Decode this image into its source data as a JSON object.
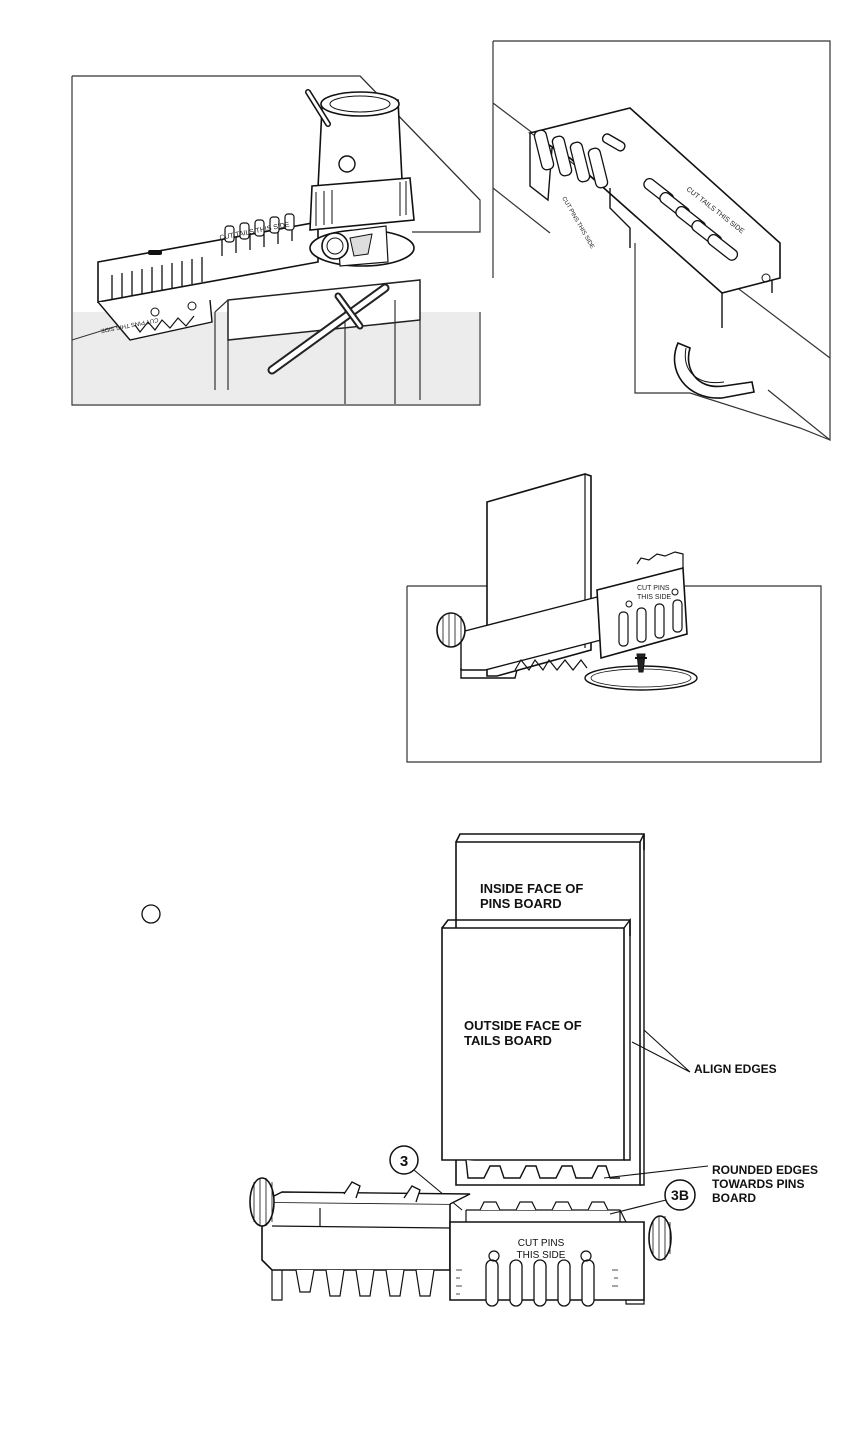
{
  "figure1": {
    "jig_label_tails": "CUT TAILS THIS SIDE",
    "jig_label_pins": "CUT PINS THIS SIDE"
  },
  "figure2": {
    "jig_label_tails": "CUT TAILS THIS SIDE",
    "jig_label_pins": "CUT PINS THIS SIDE"
  },
  "figure3": {
    "jig_label_pins_line1": "CUT PINS",
    "jig_label_pins_line2": "THIS SIDE"
  },
  "figure4": {
    "inside_face_line1": "INSIDE FACE OF",
    "inside_face_line2": "PINS BOARD",
    "outside_face_line1": "OUTSIDE FACE OF",
    "outside_face_line2": "TAILS BOARD",
    "align_edges": "ALIGN EDGES",
    "rounded_line1": "ROUNDED EDGES",
    "rounded_line2": "TOWARDS PINS",
    "rounded_line3": "BOARD",
    "callout_3": "3",
    "callout_3b": "3B",
    "jig_label_line1": "CUT PINS",
    "jig_label_line2": "THIS SIDE"
  }
}
